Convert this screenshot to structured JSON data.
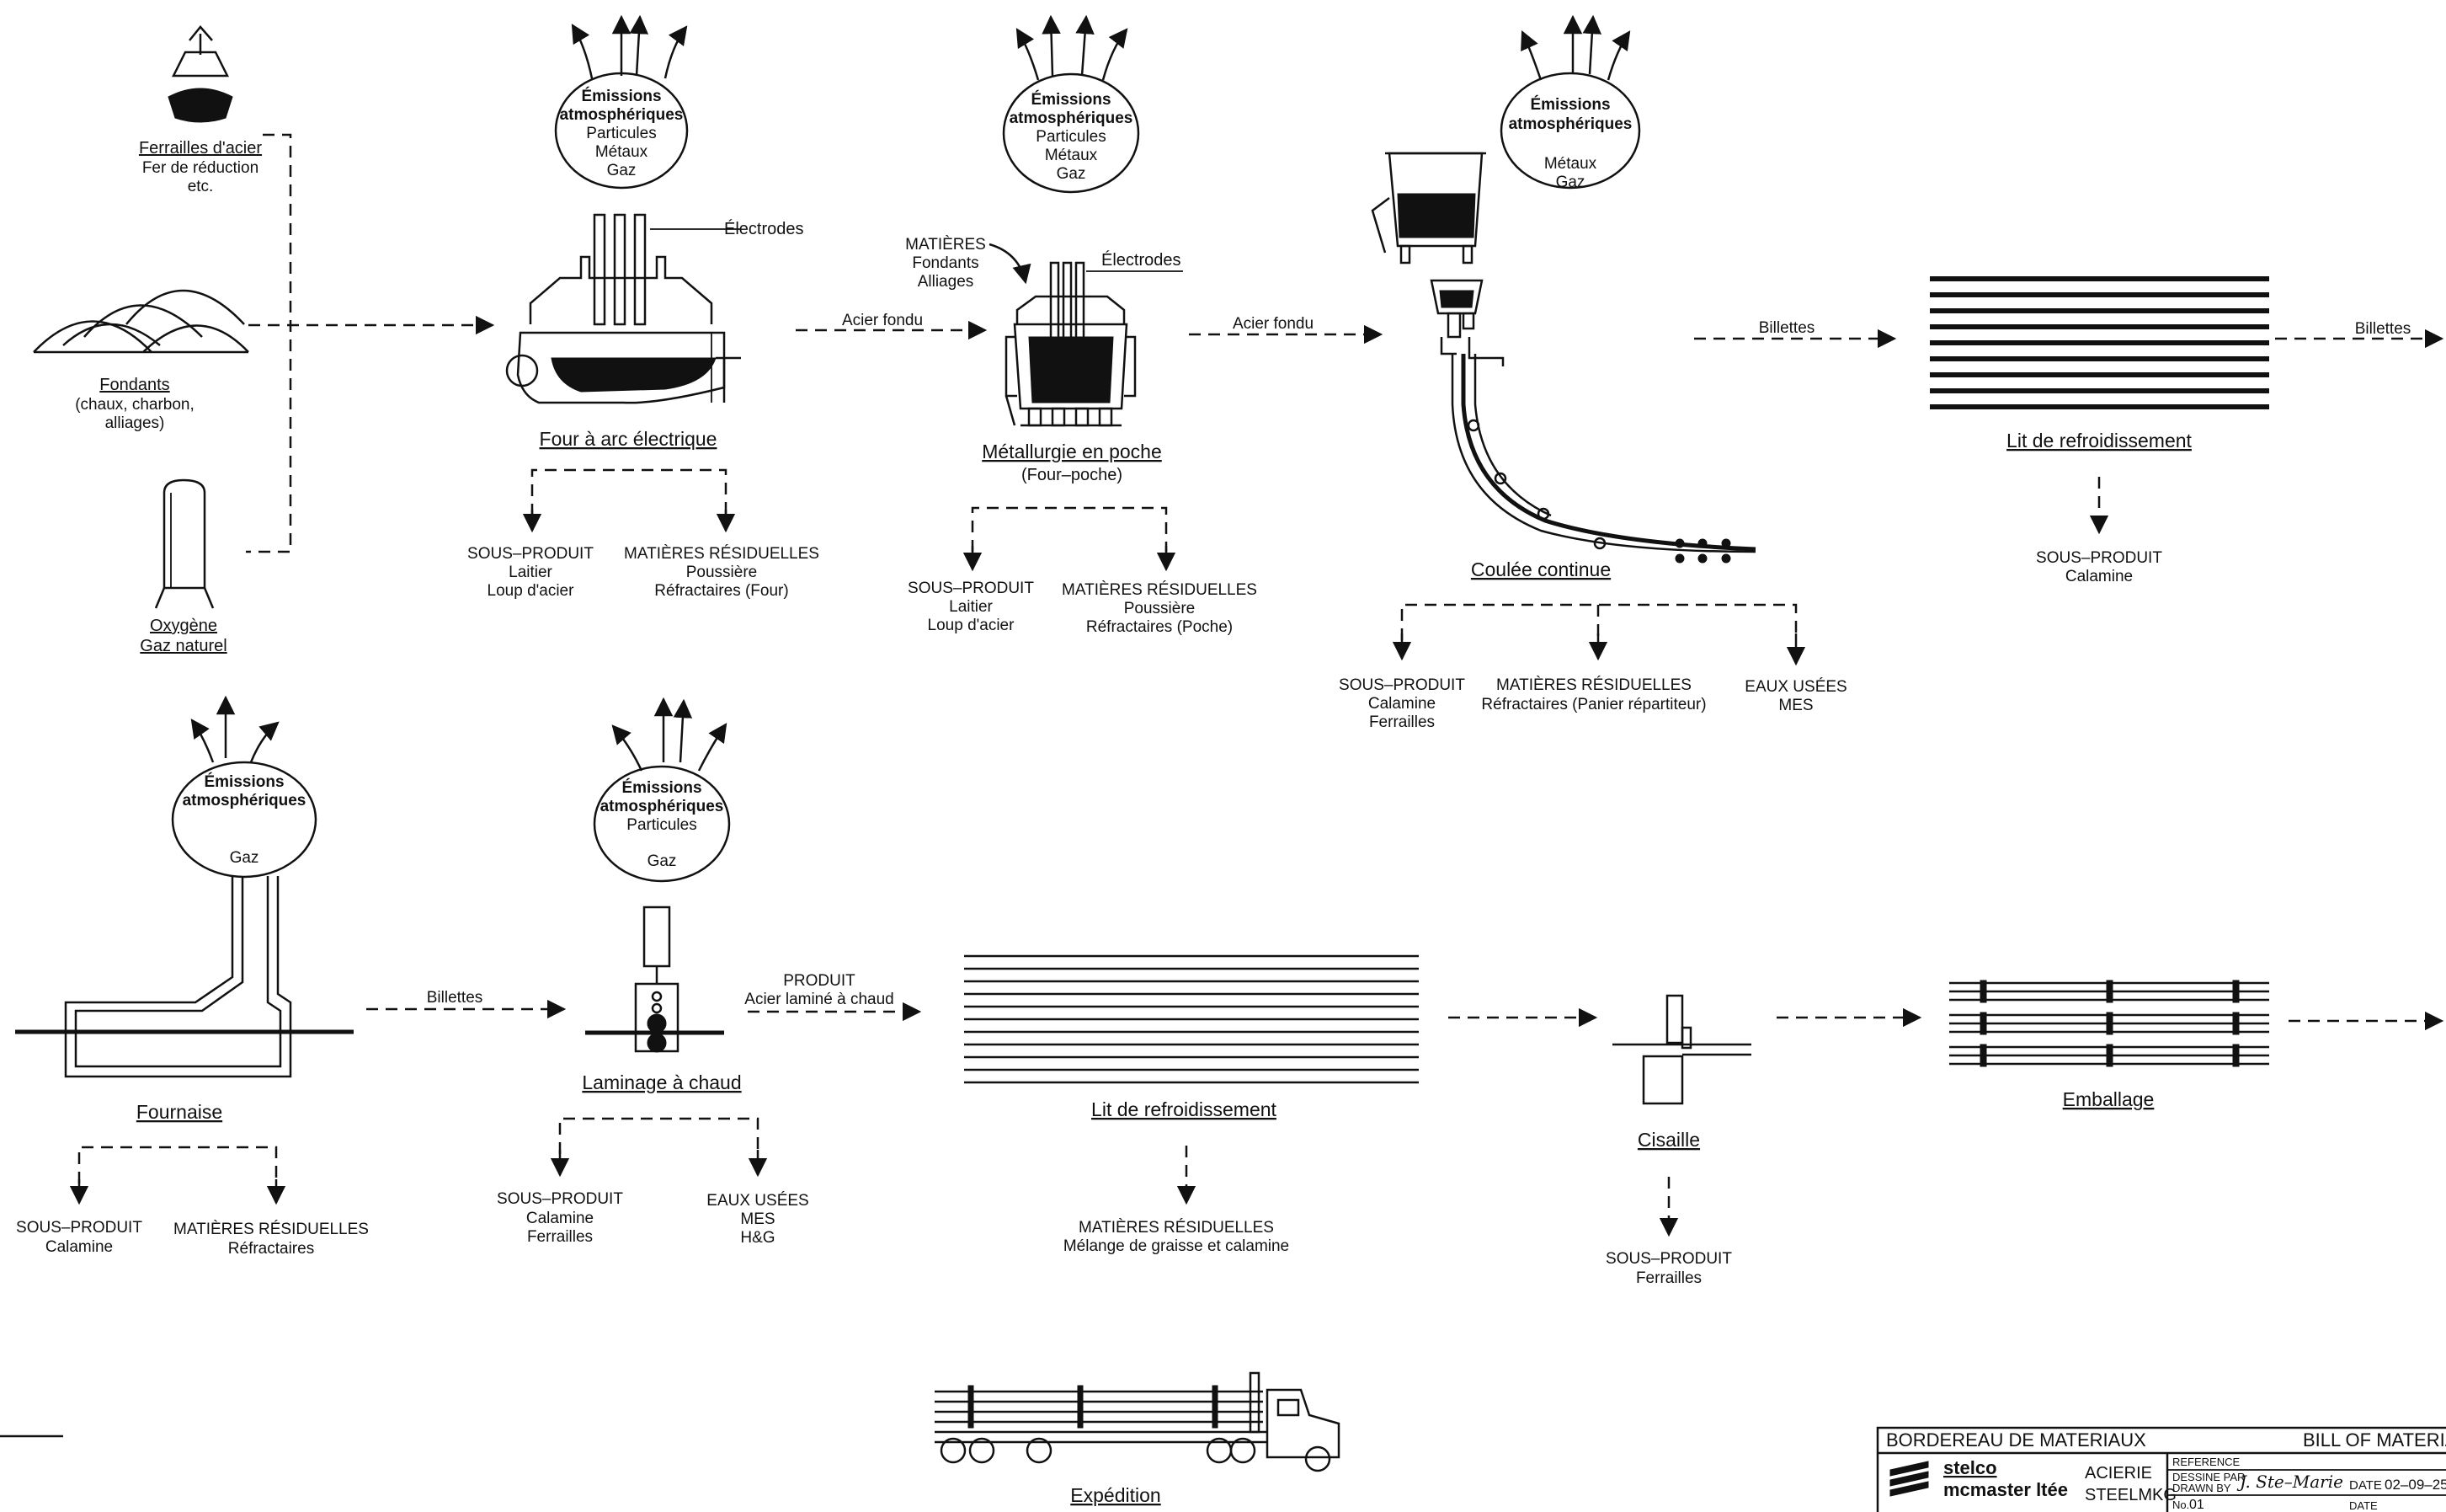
{
  "top_row": {
    "ferrailles": {
      "title": "Ferrailles d'acier",
      "sub1": "Fer de réduction",
      "sub2": "etc."
    },
    "fondants": {
      "title": "Fondants",
      "sub1": "(chaux, charbon,",
      "sub2": "alliages)"
    },
    "oxygene": {
      "line1": "Oxygène",
      "line2": "Gaz naturel"
    },
    "four": {
      "title": "Four à arc électrique",
      "electrodes": "Électrodes",
      "emissions": [
        "Émissions",
        "atmosphériques",
        "Particules",
        "Métaux",
        "Gaz"
      ],
      "sous_produit": {
        "head": "SOUS–PRODUIT",
        "l1": "Laitier",
        "l2": "Loup d'acier"
      },
      "residuelles": {
        "head": "MATIÈRES RÉSIDUELLES",
        "l1": "Poussière",
        "l2": "Réfractaires (Four)"
      }
    },
    "arrow_acier_fondu_1": "Acier fondu",
    "poche": {
      "title": "Métallurgie en poche",
      "subtitle": "(Four–poche)",
      "electrodes": "Électrodes",
      "matieres": [
        "MATIÈRES",
        "Fondants",
        "Alliages"
      ],
      "emissions": [
        "Émissions",
        "atmosphériques",
        "Particules",
        "Métaux",
        "Gaz"
      ],
      "sous_produit": {
        "head": "SOUS–PRODUIT",
        "l1": "Laitier",
        "l2": "Loup d'acier"
      },
      "residuelles": {
        "head": "MATIÈRES RÉSIDUELLES",
        "l1": "Poussière",
        "l2": "Réfractaires (Poche)"
      }
    },
    "arrow_acier_fondu_2": "Acier fondu",
    "coulee": {
      "title": "Coulée continue",
      "emissions": [
        "Émissions",
        "atmosphériques",
        "Métaux",
        "Gaz"
      ],
      "sous_produit": {
        "head": "SOUS–PRODUIT",
        "l1": "Calamine",
        "l2": "Ferrailles"
      },
      "residuelles": {
        "head": "MATIÈRES RÉSIDUELLES",
        "l1": "Réfractaires (Panier répartiteur)"
      },
      "eaux": {
        "head": "EAUX USÉES",
        "l1": "MES"
      }
    },
    "arrow_billettes_1": "Billettes",
    "lit1": {
      "title": "Lit de refroidissement",
      "sous_produit": {
        "head": "SOUS–PRODUIT",
        "l1": "Calamine"
      }
    },
    "arrow_billettes_2": "Billettes"
  },
  "bottom_row": {
    "fournaise": {
      "title": "Fournaise",
      "emissions": [
        "Émissions",
        "atmosphériques",
        "Gaz"
      ],
      "sous_produit": {
        "head": "SOUS–PRODUIT",
        "l1": "Calamine"
      },
      "residuelles": {
        "head": "MATIÈRES RÉSIDUELLES",
        "l1": "Réfractaires"
      }
    },
    "arrow_billettes": "Billettes",
    "laminage": {
      "title": "Laminage à chaud",
      "emissions": [
        "Émissions",
        "atmosphériques",
        "Particules",
        "Gaz"
      ],
      "sous_produit": {
        "head": "SOUS–PRODUIT",
        "l1": "Calamine",
        "l2": "Ferrailles"
      },
      "eaux": {
        "head": "EAUX USÉES",
        "l1": "MES",
        "l2": "H&G"
      }
    },
    "arrow_produit": {
      "l1": "PRODUIT",
      "l2": "Acier laminé à chaud"
    },
    "lit2": {
      "title": "Lit de refroidissement",
      "residuelles": {
        "head": "MATIÈRES RÉSIDUELLES",
        "l1": "Mélange de graisse et calamine"
      }
    },
    "cisaille": {
      "title": "Cisaille",
      "sous_produit": {
        "head": "SOUS–PRODUIT",
        "l1": "Ferrailles"
      }
    },
    "emballage": {
      "title": "Emballage"
    },
    "expedition": {
      "title": "Expédition"
    }
  },
  "title_block": {
    "left_header": "BORDEREAU  DE  MATERIAUX",
    "right_header": "BILL  OF  MATERIA",
    "company1": "stelco",
    "company2": "mcmaster ltée",
    "dept1": "ACIERIE",
    "dept2": "STEELMKG",
    "reference": "REFERENCE",
    "dessine1": "DESSINE PAR",
    "dessine2": "DRAWN BY",
    "signature": "J. Ste–Marie",
    "date_label": "DATE",
    "date_value": "02–09–25",
    "date_label2": "DATE",
    "no_label": "No.",
    "no_value": "01"
  }
}
